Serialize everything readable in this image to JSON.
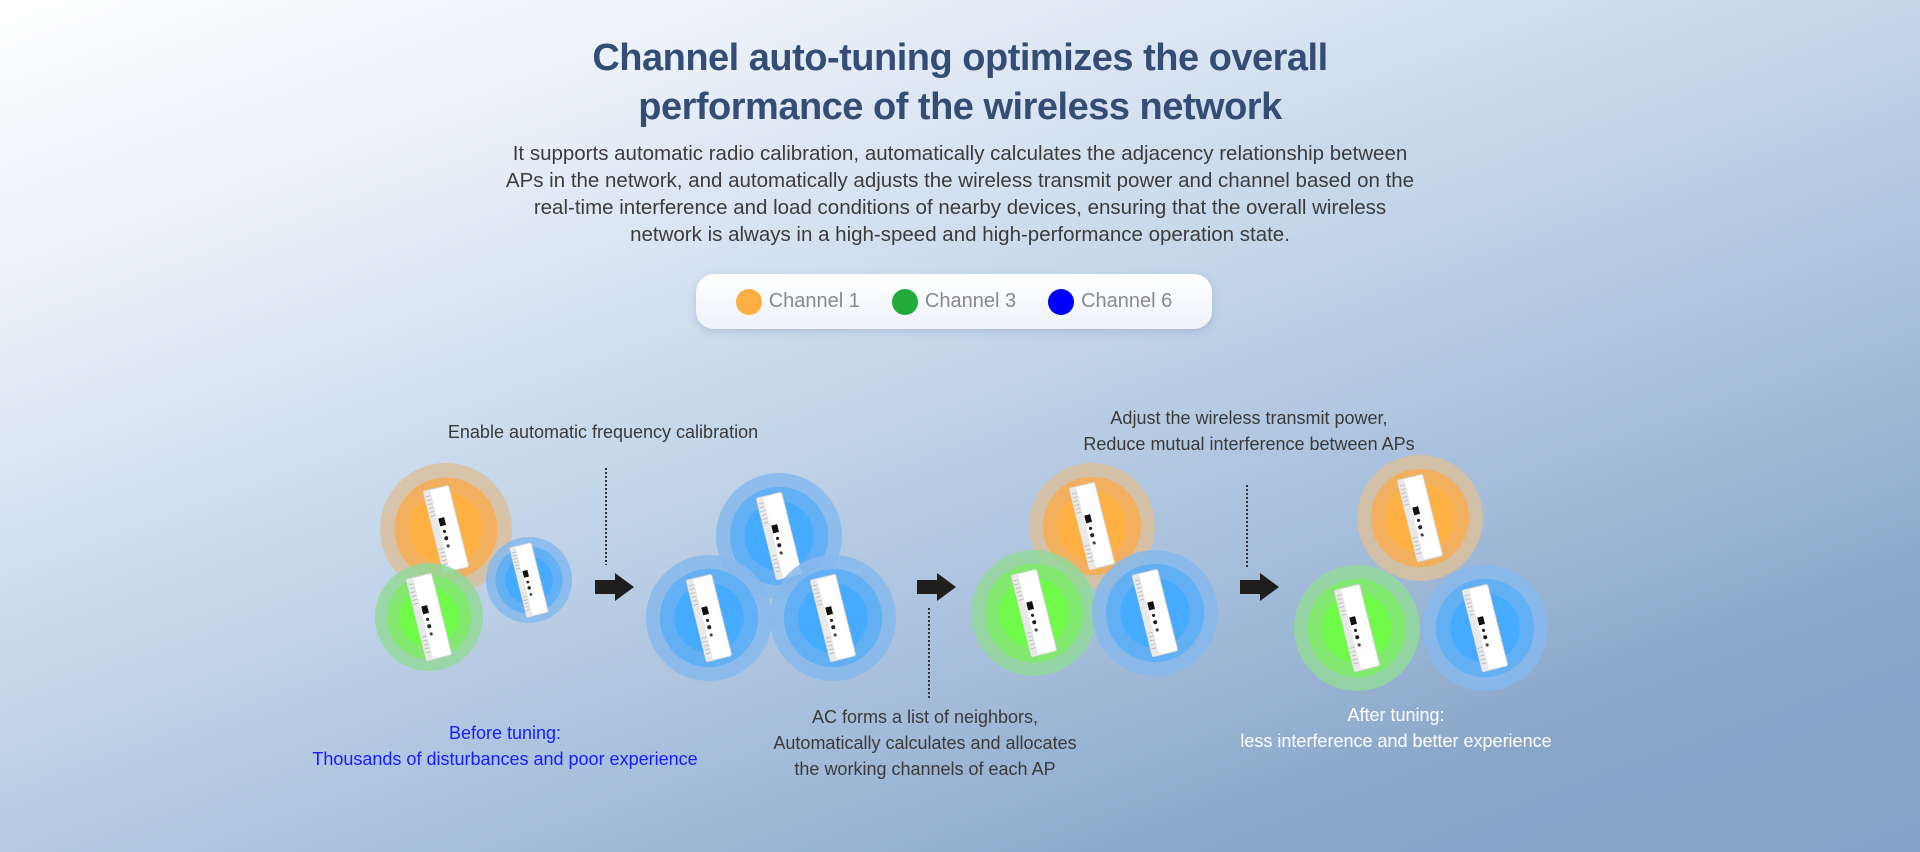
{
  "header": {
    "title_line1": "Channel auto-tuning optimizes the overall",
    "title_line2": "performance of the wireless network",
    "description": [
      "It supports automatic radio calibration, automatically calculates the adjacency relationship between",
      "APs in the network, and automatically adjusts the wireless transmit power and channel based on the",
      "real-time interference and load conditions of nearby devices, ensuring that the overall wireless",
      "network is always in a high-speed and high-performance operation state."
    ]
  },
  "legend": [
    {
      "label": "Channel 1",
      "color": "#ffae42"
    },
    {
      "label": "Channel 3",
      "color": "#22aa3a"
    },
    {
      "label": "Channel 6",
      "color": "#0000ff"
    }
  ],
  "channel_colors": {
    "ch1": {
      "core": "#ffb040",
      "mid": "#f5ad55",
      "outer": "#d9c09e"
    },
    "ch3": {
      "core": "#6ffc48",
      "mid": "#80ea6a",
      "outer": "#93d89a"
    },
    "ch6": {
      "core": "#44aaff",
      "mid": "#5eaef5",
      "outer": "#86b8ec"
    }
  },
  "stages": [
    {
      "name": "before",
      "aps": [
        {
          "channel": "ch1"
        },
        {
          "channel": "ch3"
        },
        {
          "channel": "ch6"
        }
      ]
    },
    {
      "name": "calibrating",
      "aps": [
        {
          "channel": "ch6"
        },
        {
          "channel": "ch6"
        },
        {
          "channel": "ch6"
        }
      ]
    },
    {
      "name": "allocated",
      "aps": [
        {
          "channel": "ch1"
        },
        {
          "channel": "ch3"
        },
        {
          "channel": "ch6"
        }
      ]
    },
    {
      "name": "after",
      "aps": [
        {
          "channel": "ch1"
        },
        {
          "channel": "ch3"
        },
        {
          "channel": "ch6"
        }
      ]
    }
  ],
  "labels": {
    "step1": "Enable automatic frequency calibration",
    "step2_line1": "AC forms a list of neighbors,",
    "step2_line2": "Automatically calculates and allocates",
    "step2_line3": "the working channels of each AP",
    "step3_line1": "Adjust the wireless transmit power,",
    "step3_line2": "Reduce mutual interference between APs",
    "before_line1": "Before tuning:",
    "before_line2": "Thousands of disturbances and poor experience",
    "after_line1": "After tuning:",
    "after_line2": "less interference and better experience"
  }
}
